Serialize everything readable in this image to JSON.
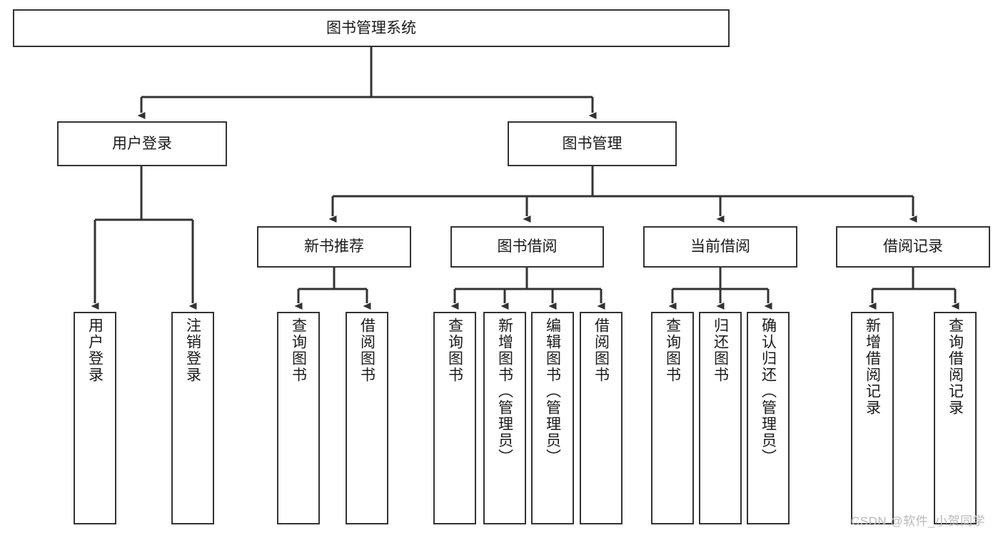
{
  "diagram": {
    "title": "图书管理系统",
    "type": "hierarchy-tree",
    "colors": {
      "box_border": "#333333",
      "box_fill": "#ffffff",
      "edge": "#333333",
      "text": "#1a1a1a",
      "watermark": "#b9b9b9",
      "background": "#ffffff"
    },
    "nodes": {
      "root": {
        "label": "图书管理系统"
      },
      "level2": [
        {
          "id": "user-login",
          "label": "用户登录"
        },
        {
          "id": "book-manage",
          "label": "图书管理"
        }
      ],
      "level3": [
        {
          "id": "new-book-rec",
          "label": "新书推荐"
        },
        {
          "id": "book-borrow",
          "label": "图书借阅"
        },
        {
          "id": "current-borrow",
          "label": "当前借阅"
        },
        {
          "id": "borrow-record",
          "label": "借阅记录"
        }
      ],
      "leaves": {
        "user-login": [
          {
            "id": "leaf-user-login",
            "label": "用户登录"
          },
          {
            "id": "leaf-logout",
            "label": "注销登录"
          }
        ],
        "new-book-rec": [
          {
            "id": "leaf-query-book-1",
            "label": "查询图书"
          },
          {
            "id": "leaf-borrow-book-1",
            "label": "借阅图书"
          }
        ],
        "book-borrow": [
          {
            "id": "leaf-query-book-2",
            "label": "查询图书"
          },
          {
            "id": "leaf-add-book",
            "label": "新增图书（管理员）"
          },
          {
            "id": "leaf-edit-book",
            "label": "编辑图书（管理员）"
          },
          {
            "id": "leaf-borrow-book-2",
            "label": "借阅图书"
          }
        ],
        "current-borrow": [
          {
            "id": "leaf-query-book-3",
            "label": "查询图书"
          },
          {
            "id": "leaf-return-book",
            "label": "归还图书"
          },
          {
            "id": "leaf-confirm-return",
            "label": "确认归还（管理员）"
          }
        ],
        "borrow-record": [
          {
            "id": "leaf-add-record",
            "label": "新增借阅记录"
          },
          {
            "id": "leaf-query-record",
            "label": "查询借阅记录"
          }
        ]
      }
    },
    "watermark": "CSDN @软件_小贺同学"
  }
}
